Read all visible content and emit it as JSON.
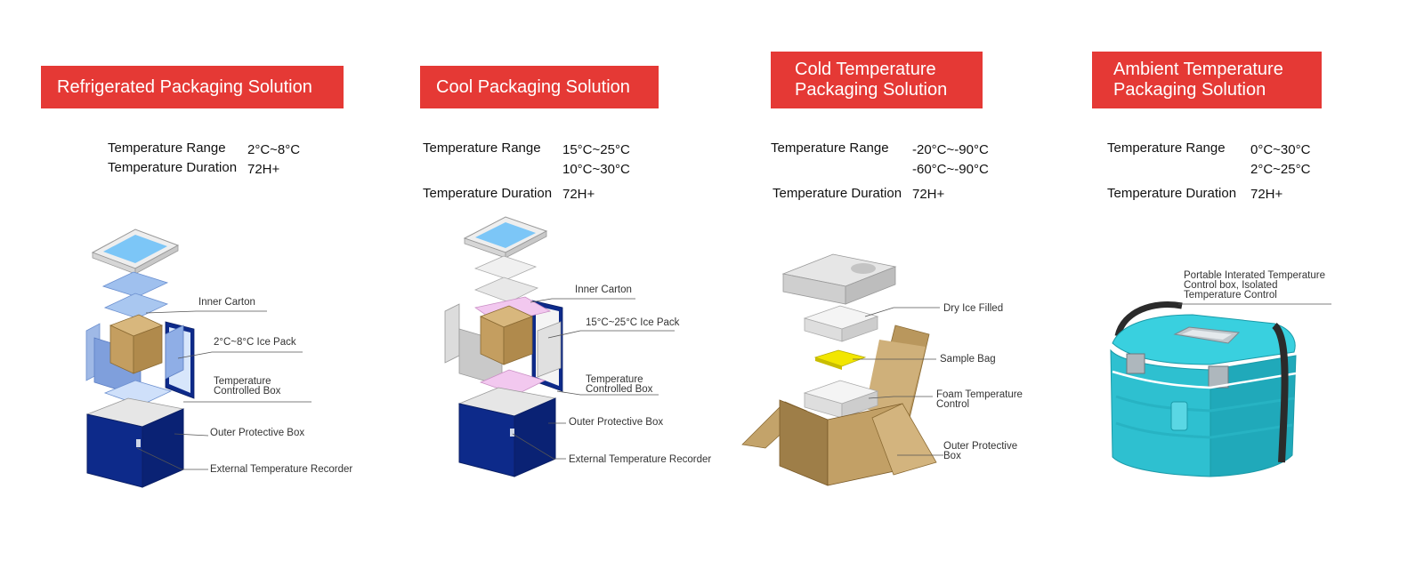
{
  "panels": [
    {
      "title": "Refrigerated Packaging Solution",
      "specs": [
        {
          "label": "Temperature Range",
          "values": [
            "2°C~8°C"
          ]
        },
        {
          "label": "Temperature Duration",
          "values": [
            "72H+"
          ]
        }
      ],
      "callouts": [
        "Inner Carton",
        "2°C~8°C Ice Pack",
        "Temperature\nControlled Box",
        "Outer Protective Box",
        "External Temperature Recorder"
      ]
    },
    {
      "title": "Cool Packaging Solution",
      "specs": [
        {
          "label": "Temperature Range",
          "values": [
            "15°C~25°C",
            "10°C~30°C"
          ]
        },
        {
          "label": "Temperature Duration",
          "values": [
            "72H+"
          ]
        }
      ],
      "callouts": [
        "Inner Carton",
        "15°C~25°C Ice Pack",
        "Temperature\nControlled Box",
        "Outer Protective Box",
        "External Temperature Recorder"
      ]
    },
    {
      "title": "Cold Temperature\nPackaging Solution",
      "specs": [
        {
          "label": "Temperature Range",
          "values": [
            "-20°C~-90°C",
            "-60°C~-90°C"
          ]
        },
        {
          "label": "Temperature Duration",
          "values": [
            "72H+"
          ]
        }
      ],
      "callouts": [
        "Dry Ice Filled",
        "Sample Bag",
        "Foam Temperature\nControl",
        "Outer Protective\nBox"
      ]
    },
    {
      "title": "Ambient Temperature\nPackaging Solution",
      "specs": [
        {
          "label": "Temperature Range",
          "values": [
            "0°C~30°C",
            "2°C~25°C"
          ]
        },
        {
          "label": "Temperature Duration",
          "values": [
            "72H+"
          ]
        }
      ],
      "callouts": [
        "Portable  Interated Temperature\nControl box, Isolated\nTemperature Control"
      ]
    }
  ],
  "colors": {
    "banner": "#e53935",
    "outer_box": "#0d2a8a",
    "ice_pack": "#8fb3e8",
    "cool_pack": "#f0c4ee",
    "carton": "#c9a468",
    "sample_bag": "#f2e600",
    "cooler": "#2fc4d3"
  }
}
